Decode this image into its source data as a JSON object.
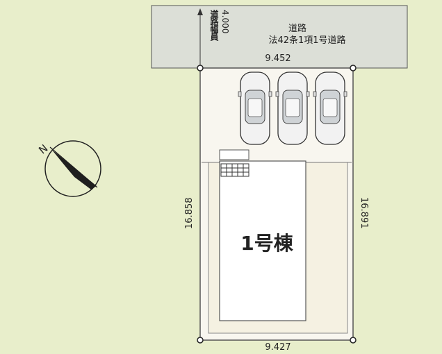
{
  "road": {
    "name": "道路",
    "type": "法42条1項1号道路",
    "width_label": "道路幅員",
    "width_value": "4.000"
  },
  "dimensions": {
    "top": "9.452",
    "bottom": "9.427",
    "left": "16.858",
    "right": "16.891"
  },
  "building": {
    "label": "1号棟"
  },
  "parking": {
    "car_count": 3
  },
  "compass": {
    "north_label": "N"
  },
  "colors": {
    "background": "#e8eecb",
    "road": "#dcdfd7",
    "lot": "#f8f6ef",
    "yard": "#f5f1e2",
    "building": "#ffffff",
    "line": "#444444",
    "compass_arrow": "#1f1f1f"
  }
}
